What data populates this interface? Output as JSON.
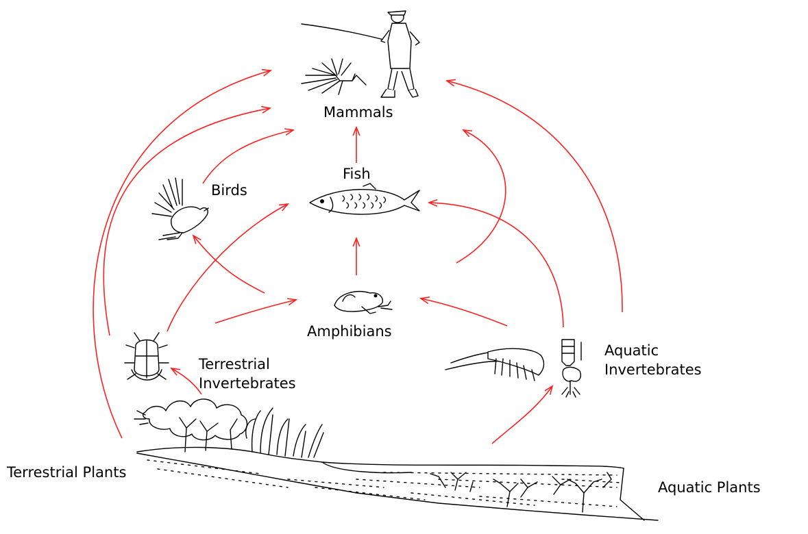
{
  "colors": {
    "arrow": "#ff1f1f",
    "ink": "#000000",
    "background": "#ffffff"
  },
  "labels": {
    "mammals": "Mammals",
    "fish": "Fish",
    "birds": "Birds",
    "amphibians": "Amphibians",
    "terrestrial_invertebrates_line1": "Terrestrial",
    "terrestrial_invertebrates_line2": "Invertebrates",
    "aquatic_invertebrates_line1": "Aquatic",
    "aquatic_invertebrates_line2": "Invertebrates",
    "terrestrial_plants": "Terrestrial Plants",
    "aquatic_plants": "Aquatic Plants"
  },
  "icons": [
    "fisherman-icon",
    "bush-animal-icon",
    "fish-icon",
    "bird-icon",
    "frog-icon",
    "beetle-icon",
    "shrimp-icon",
    "copepod-icon",
    "shrub-icon",
    "reed-icon",
    "aquatic-weed-icon"
  ],
  "links": [
    {
      "from": "Terrestrial Plants",
      "to": "Mammals"
    },
    {
      "from": "Terrestrial Plants",
      "to": "Terrestrial Invertebrates"
    },
    {
      "from": "Terrestrial Invertebrates",
      "to": "Mammals"
    },
    {
      "from": "Terrestrial Invertebrates",
      "to": "Fish"
    },
    {
      "from": "Terrestrial Invertebrates",
      "to": "Amphibians"
    },
    {
      "from": "Birds",
      "to": "Mammals"
    },
    {
      "from": "Amphibians",
      "to": "Birds"
    },
    {
      "from": "Amphibians",
      "to": "Fish"
    },
    {
      "from": "Fish",
      "to": "Mammals"
    },
    {
      "from": "Aquatic Invertebrates",
      "to": "Mammals"
    },
    {
      "from": "Aquatic Invertebrates",
      "to": "Fish"
    },
    {
      "from": "Aquatic Invertebrates",
      "to": "Amphibians"
    },
    {
      "from": "Aquatic Invertebrates",
      "to": "Mammals"
    },
    {
      "from": "Aquatic Plants",
      "to": "Aquatic Invertebrates"
    }
  ]
}
